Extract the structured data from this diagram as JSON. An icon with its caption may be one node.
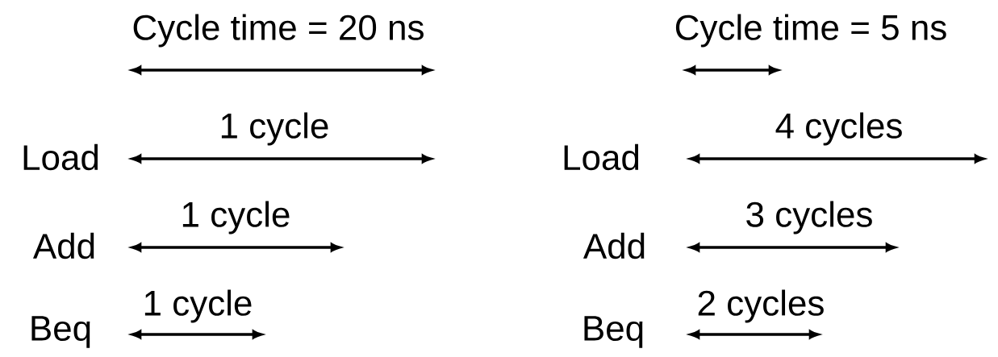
{
  "diagram": {
    "labels": [
      "Cycle time = 20 ns",
      "Cycle time = 5 ns",
      "1 cycle",
      "4 cycles",
      "Load",
      "Load",
      "1 cycle",
      "3 cycles",
      "Add",
      "Add",
      "1 cycle",
      "2 cycles",
      "Beq",
      "Beq"
    ]
  }
}
